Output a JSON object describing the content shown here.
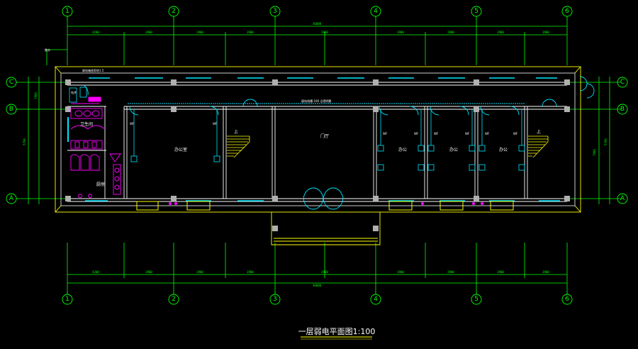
{
  "title": "一层弱电平面图1:100",
  "axes": {
    "columns": [
      "1",
      "2",
      "3",
      "4",
      "5",
      "6"
    ],
    "rows": [
      "C",
      "B",
      "A"
    ]
  },
  "dims_top": [
    "4200",
    "3900",
    "3900",
    "3900",
    "3900",
    "3900",
    "3900",
    "3900",
    "3900",
    "3900"
  ],
  "dims_bottom": [
    "4200",
    "3900",
    "3900",
    "3900",
    "3900",
    "3900",
    "3900",
    "3900",
    "3900",
    "3900"
  ],
  "total_top": "36000",
  "total_bottom": "36000",
  "rooms": {
    "lobby": "门厅",
    "office_left": "办公室",
    "office_r1": "办公",
    "office_r2": "办公",
    "office_r3": "办公",
    "toilet": "卫生间",
    "utility": "厨房",
    "stair_up_1": "上",
    "stair_up_2": "上",
    "electric_room": "电井"
  },
  "notes": {
    "water": "散水",
    "cable_line": "弱电线槽-100  沿墙明敷",
    "panel_note": "弱电箱底距地1.5",
    "wf": "WF",
    "elev_left": "7900",
    "elev_right": "7900",
    "side_dim_left": "5700",
    "side_dim_right": "5700"
  }
}
